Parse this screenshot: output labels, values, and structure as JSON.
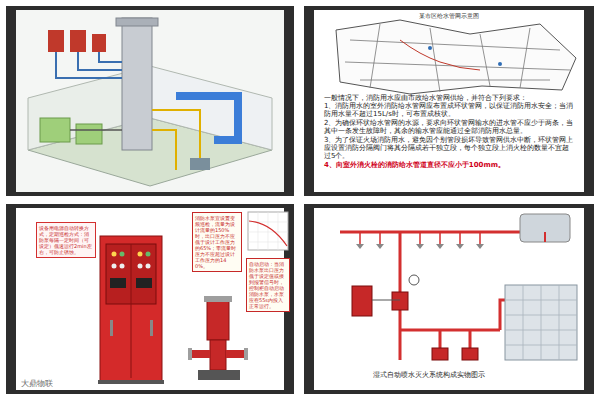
{
  "diagram": {
    "nodes": [
      {
        "text": [
          "某市区给水管网示意图",
          "一般情况下，消防用水应由市政给水管网供给，并符合下列要求：",
          "1、消防用水的室外消防给水管网应布置成环状管网，以保证消防用水安全；当消防用水量不超过15L/s时，可布置成枝状。",
          "2、为确保环状给水管网的水源，要求向环状管网输水的进水管不应少于两条，当其中一条发生故障时，其余的输水管应能通过全部消防用水总量。",
          "3、为了保证火场消防用水，避免因个别管段损坏导致管网供水中断，环状管网上应设置消防分隔阀门将其分隔成若干独立段，每个独立段上消火栓的数量不宜超过5个。",
          "4、向室外消火栓的消防给水管道直径不应小于100mm。"
        ]
      },
      {
        "text": [
          "设备用电源自动转换方式，定期巡检方式：消防泵每隔一定时间（可设定）低速运行2min左右，可防止锈蚀。"
        ]
      },
      {
        "text": [
          "消防水泵宜设置变频巡检，流量为设计流量的150%时，出口压力不应低于设计工作压力的65%；零流量时压力不应超过设计工作压力的140%。"
        ]
      },
      {
        "text": [
          "自动启动：当消防水泵出口压力低于设定值或接到报警信号时，控制柜自动启动消防水泵，水泵应在55s内投入正常运行。"
        ]
      }
    ],
    "labels": [
      "湿式自动喷水灭火系统构成实物图示",
      "大鼎物联"
    ]
  }
}
